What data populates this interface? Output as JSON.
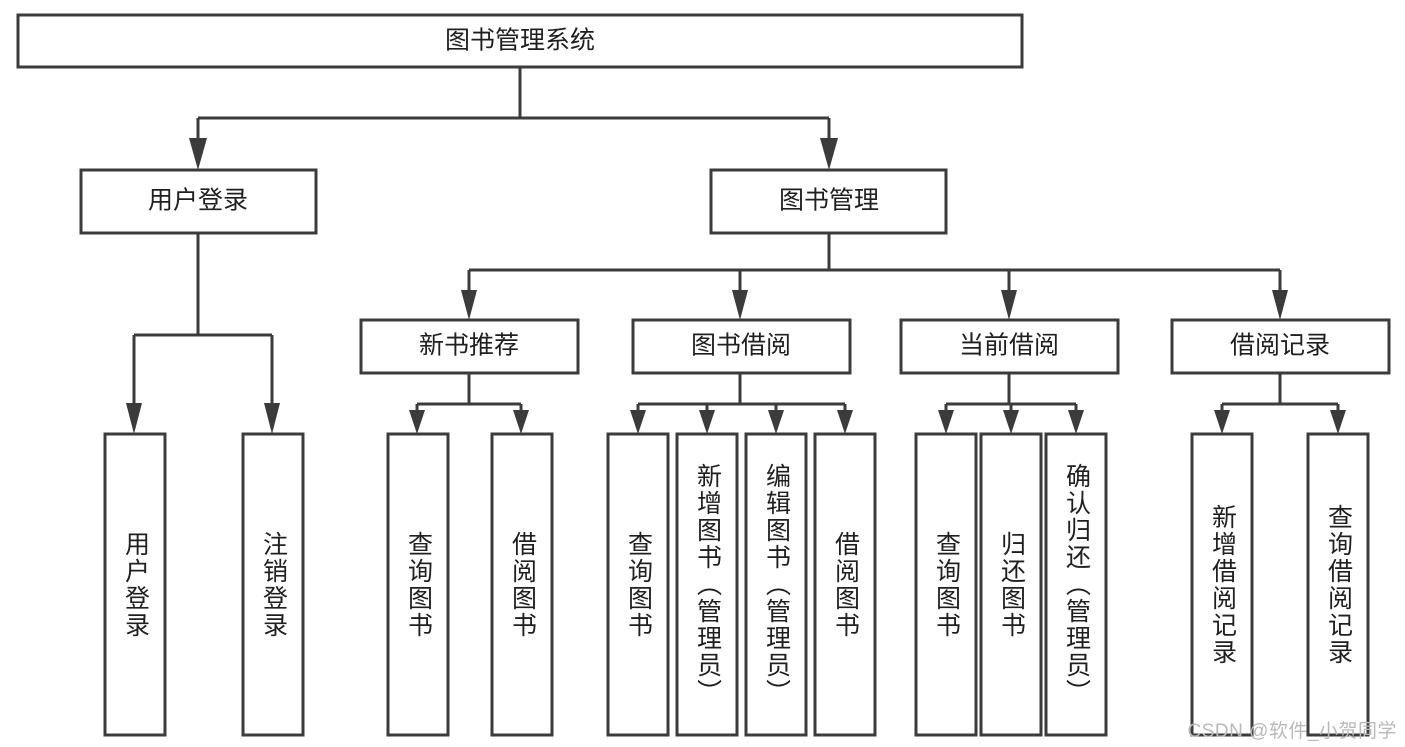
{
  "diagram": {
    "type": "tree-hierarchy",
    "title": "图书管理系统",
    "watermark": "CSDN @软件_小贺同学",
    "colors": {
      "box_stroke": "#3b3b3b",
      "box_fill": "#ffffff",
      "text": "#1f1f1f",
      "connector": "#3b3b3b",
      "watermark": "#b9b9b9",
      "background": "#ffffff"
    },
    "root": {
      "label": "图书管理系统",
      "level": 0
    },
    "level1": [
      {
        "label": "用户登录"
      },
      {
        "label": "图书管理"
      }
    ],
    "level2": [
      {
        "label": "新书推荐",
        "parent": "图书管理"
      },
      {
        "label": "图书借阅",
        "parent": "图书管理"
      },
      {
        "label": "当前借阅",
        "parent": "图书管理"
      },
      {
        "label": "借阅记录",
        "parent": "图书管理"
      }
    ],
    "leaves": {
      "用户登录": [
        {
          "label": "用户登录"
        },
        {
          "label": "注销登录"
        }
      ],
      "新书推荐": [
        {
          "label": "查询图书"
        },
        {
          "label": "借阅图书"
        }
      ],
      "图书借阅": [
        {
          "label": "查询图书"
        },
        {
          "label": "新增图书（管理员）"
        },
        {
          "label": "编辑图书（管理员）"
        },
        {
          "label": "借阅图书"
        }
      ],
      "当前借阅": [
        {
          "label": "查询图书"
        },
        {
          "label": "归还图书"
        },
        {
          "label": "确认归还（管理员）"
        }
      ],
      "借阅记录": [
        {
          "label": "新增借阅记录"
        },
        {
          "label": "查询借阅记录"
        }
      ]
    }
  }
}
